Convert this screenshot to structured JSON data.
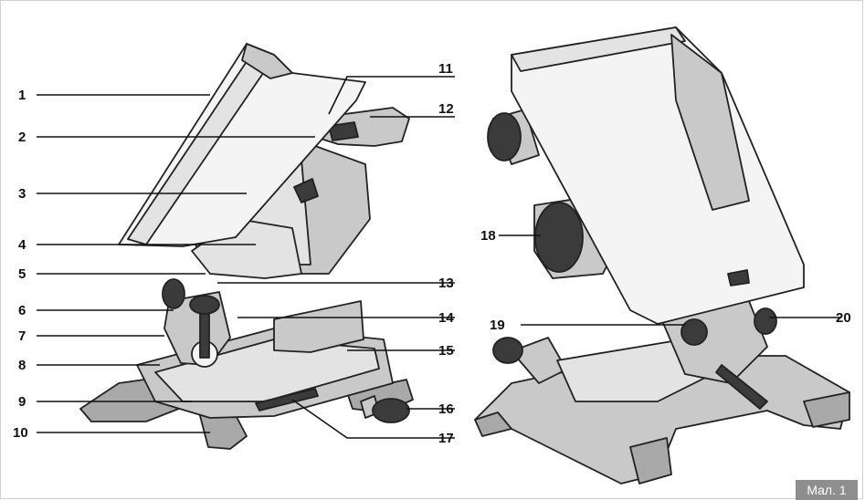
{
  "figure": {
    "caption": "Мал. 1"
  },
  "callouts": [
    {
      "n": "1"
    },
    {
      "n": "2"
    },
    {
      "n": "3"
    },
    {
      "n": "4"
    },
    {
      "n": "5"
    },
    {
      "n": "6"
    },
    {
      "n": "7"
    },
    {
      "n": "8"
    },
    {
      "n": "9"
    },
    {
      "n": "10"
    },
    {
      "n": "11"
    },
    {
      "n": "12"
    },
    {
      "n": "13"
    },
    {
      "n": "14"
    },
    {
      "n": "15"
    },
    {
      "n": "16"
    },
    {
      "n": "17"
    },
    {
      "n": "18"
    },
    {
      "n": "19"
    },
    {
      "n": "20"
    }
  ],
  "colors": {
    "ink": "#111111",
    "caption_bg": "#8e8e8e"
  }
}
